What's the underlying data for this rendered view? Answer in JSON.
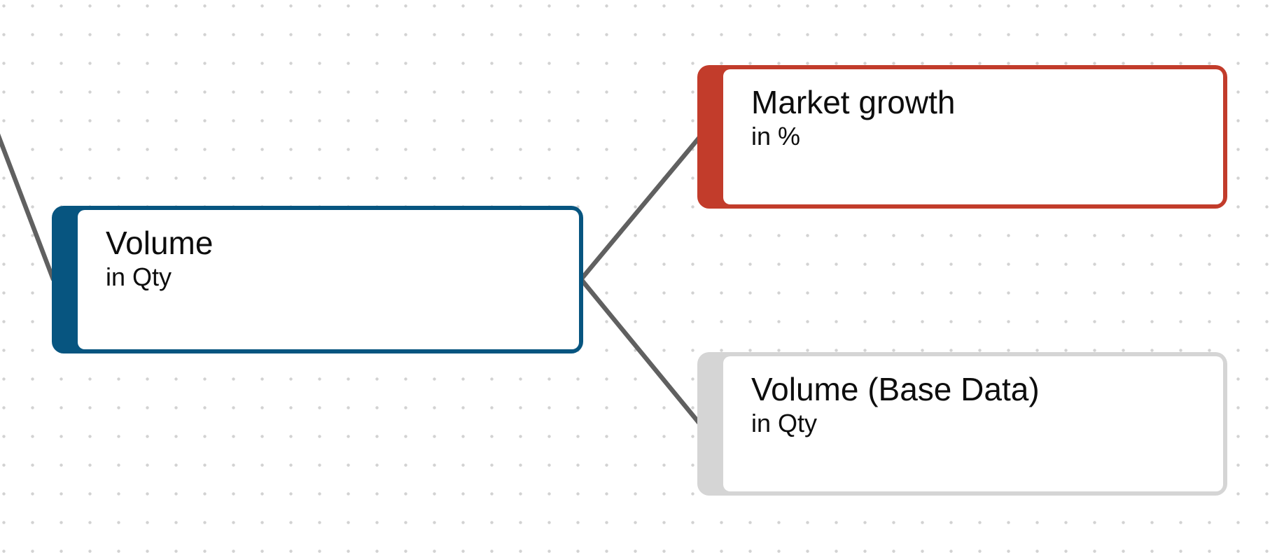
{
  "canvas": {
    "background_color": "#ffffff",
    "dot_grid_color": "#d2d2d2",
    "edge_color": "#606060"
  },
  "nodes": [
    {
      "id": "volume",
      "title": "Volume",
      "unit": "in Qty",
      "accent_color": "#075580"
    },
    {
      "id": "market-growth",
      "title": "Market growth",
      "unit": "in %",
      "accent_color": "#c23c2b"
    },
    {
      "id": "volume-base-data",
      "title": "Volume (Base Data)",
      "unit": "in Qty",
      "accent_color": "#d5d5d5"
    }
  ],
  "edges": [
    {
      "from": "offscreen-parent",
      "to": "volume"
    },
    {
      "from": "volume",
      "to": "market-growth"
    },
    {
      "from": "volume",
      "to": "volume-base-data"
    }
  ]
}
